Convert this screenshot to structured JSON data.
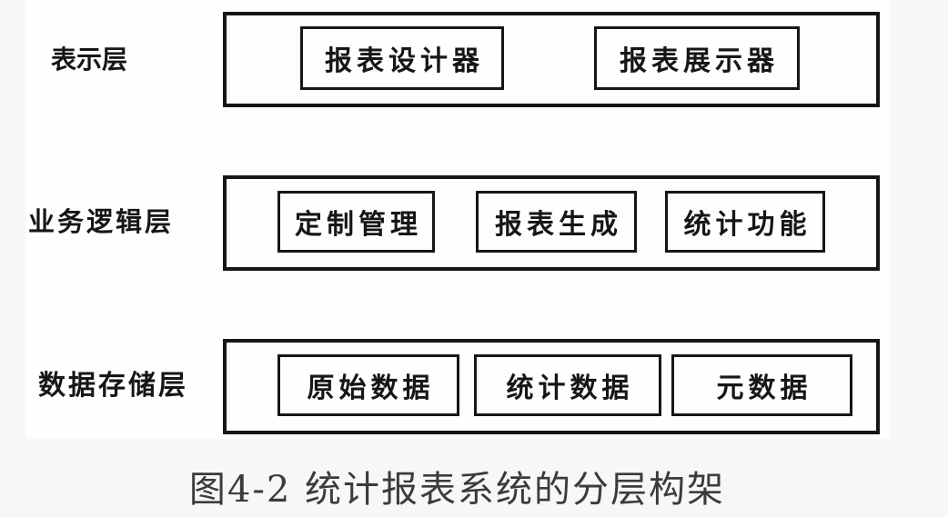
{
  "page": {
    "background_color": "#f6f7f9",
    "canvas_color": "#fefefe",
    "line_color": "#161616"
  },
  "diagram": {
    "layers": [
      {
        "label": "表示层",
        "modules": [
          "报表设计器",
          "报表展示器"
        ]
      },
      {
        "label": "业务逻辑层",
        "modules": [
          "定制管理",
          "报表生成",
          "统计功能"
        ]
      },
      {
        "label": "数据存储层",
        "modules": [
          "原始数据",
          "统计数据",
          "元数据"
        ]
      }
    ],
    "caption": "图4-2 统计报表系统的分层构架"
  }
}
